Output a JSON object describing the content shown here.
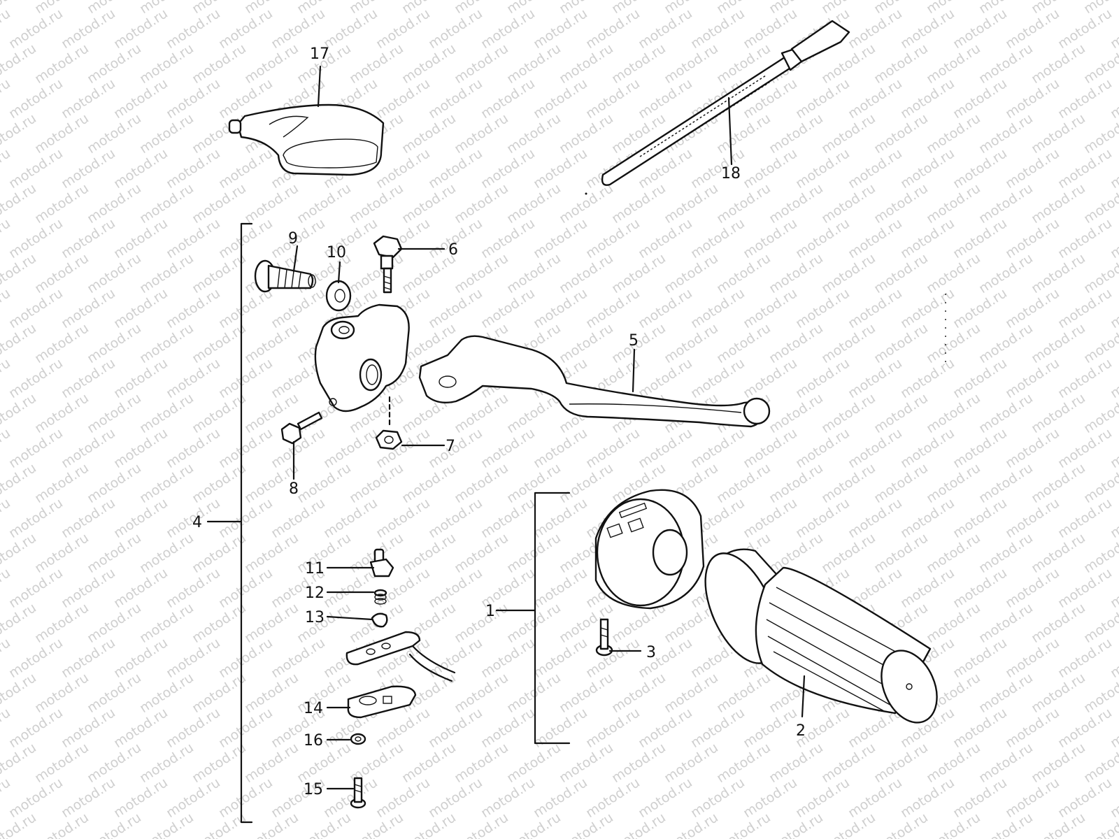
{
  "watermark": "motod.ru",
  "callouts": {
    "c1": "1",
    "c2": "2",
    "c3": "3",
    "c4": "4",
    "c5": "5",
    "c6": "6",
    "c7": "7",
    "c8": "8",
    "c9": "9",
    "c10": "10",
    "c11": "11",
    "c12": "12",
    "c13": "13",
    "c14": "14",
    "c15": "15",
    "c16": "16",
    "c17": "17",
    "c18": "18"
  },
  "colors": {
    "ink": "#111111",
    "watermark": "#cfcfcf",
    "background": "#ffffff"
  }
}
